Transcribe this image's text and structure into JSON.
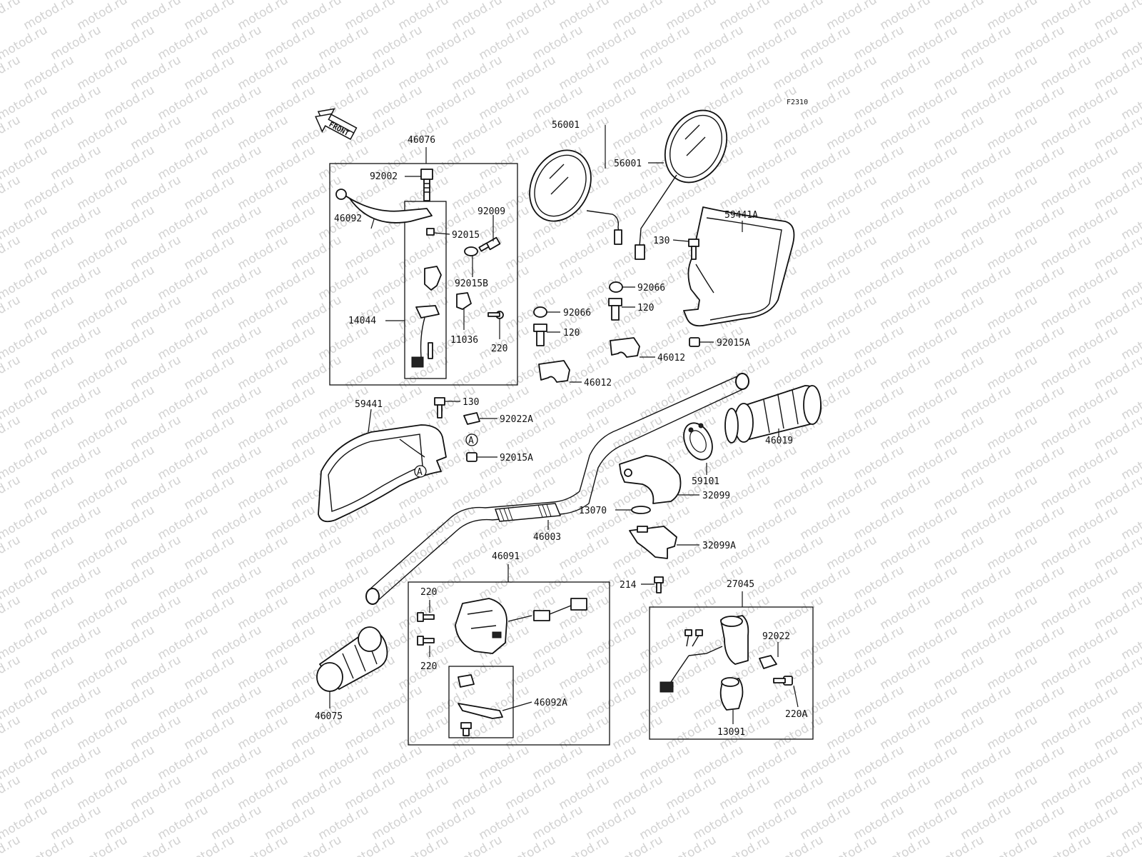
{
  "figure_code": "F2310",
  "front_badge": "FRONT",
  "watermark": "motod.ru",
  "callouts": {
    "c46076": "46076",
    "c92002": "92002",
    "c46092": "46092",
    "c92015": "92015",
    "c92009": "92009",
    "c92015B": "92015B",
    "c14044": "14044",
    "c11036": "11036",
    "c220_lever": "220",
    "c56001_left": "56001",
    "c56001_right": "56001",
    "c59441A": "59441A",
    "c130_top": "130",
    "c92066_a": "92066",
    "c120_a": "120",
    "c92066_b": "92066",
    "c120_b": "120",
    "c92015A_top": "92015A",
    "c46012_a": "46012",
    "c46012_b": "46012",
    "c59441": "59441",
    "c130_left": "130",
    "c92022A": "92022A",
    "c92015A_left": "92015A",
    "c46019": "46019",
    "c59101": "59101",
    "c32099": "32099",
    "c13070": "13070",
    "c46003": "46003",
    "c32099A": "32099A",
    "c214": "214",
    "c46091": "46091",
    "c220_sw_top": "220",
    "c220_sw_bot": "220",
    "c46092A": "46092A",
    "c46075": "46075",
    "c27045": "27045",
    "c92022": "92022",
    "c220A": "220A",
    "c13091": "13091"
  },
  "ref_marks": {
    "a1": "A",
    "a2": "A"
  }
}
